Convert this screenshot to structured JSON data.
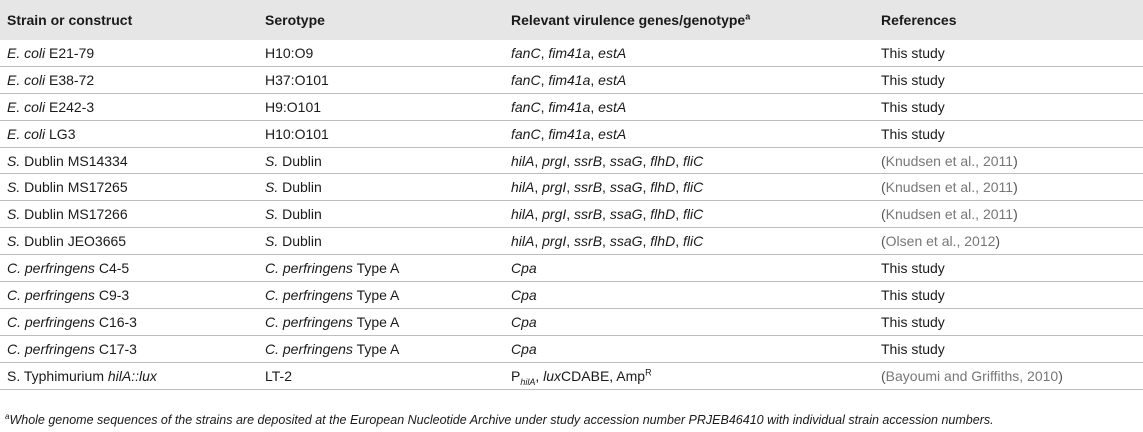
{
  "headers": {
    "strain": "Strain or construct",
    "serotype": "Serotype",
    "genes": "Relevant virulence genes/genotype",
    "genes_sup": "a",
    "references": "References"
  },
  "rows": [
    {
      "strain_italic": "E. coli",
      "strain_rest": " E21-79",
      "serotype_italic": "",
      "serotype_rest": "H10:O9",
      "genes": [
        {
          "t": "fanC",
          "i": true
        },
        {
          "t": ", ",
          "i": false
        },
        {
          "t": "fim41a",
          "i": true
        },
        {
          "t": ", ",
          "i": false
        },
        {
          "t": "estA",
          "i": true
        }
      ],
      "ref": "This study",
      "ref_cited": false
    },
    {
      "strain_italic": "E. coli",
      "strain_rest": " E38-72",
      "serotype_italic": "",
      "serotype_rest": "H37:O101",
      "genes": [
        {
          "t": "fanC",
          "i": true
        },
        {
          "t": ", ",
          "i": false
        },
        {
          "t": "fim41a",
          "i": true
        },
        {
          "t": ", ",
          "i": false
        },
        {
          "t": "estA",
          "i": true
        }
      ],
      "ref": "This study",
      "ref_cited": false
    },
    {
      "strain_italic": "E. coli",
      "strain_rest": " E242-3",
      "serotype_italic": "",
      "serotype_rest": "H9:O101",
      "genes": [
        {
          "t": "fanC",
          "i": true
        },
        {
          "t": ", ",
          "i": false
        },
        {
          "t": "fim41a",
          "i": true
        },
        {
          "t": ", ",
          "i": false
        },
        {
          "t": "estA",
          "i": true
        }
      ],
      "ref": "This study",
      "ref_cited": false
    },
    {
      "strain_italic": "E. coli",
      "strain_rest": " LG3",
      "serotype_italic": "",
      "serotype_rest": "H10:O101",
      "genes": [
        {
          "t": "fanC",
          "i": true
        },
        {
          "t": ", ",
          "i": false
        },
        {
          "t": "fim41a",
          "i": true
        },
        {
          "t": ", ",
          "i": false
        },
        {
          "t": "estA",
          "i": true
        }
      ],
      "ref": "This study",
      "ref_cited": false
    },
    {
      "strain_italic": "S.",
      "strain_rest": " Dublin MS14334",
      "serotype_italic": "S.",
      "serotype_rest": " Dublin",
      "genes": [
        {
          "t": "hilA",
          "i": true
        },
        {
          "t": ", ",
          "i": false
        },
        {
          "t": "prgI",
          "i": true
        },
        {
          "t": ", ",
          "i": false
        },
        {
          "t": "ssrB",
          "i": true
        },
        {
          "t": ", ",
          "i": false
        },
        {
          "t": "ssaG",
          "i": true
        },
        {
          "t": ", ",
          "i": false
        },
        {
          "t": "flhD",
          "i": true
        },
        {
          "t": ", ",
          "i": false
        },
        {
          "t": "fliC",
          "i": true
        }
      ],
      "ref": "Knudsen et al., 2011",
      "ref_cited": true
    },
    {
      "strain_italic": "S.",
      "strain_rest": " Dublin MS17265",
      "serotype_italic": "S.",
      "serotype_rest": " Dublin",
      "genes": [
        {
          "t": "hilA",
          "i": true
        },
        {
          "t": ", ",
          "i": false
        },
        {
          "t": "prgI",
          "i": true
        },
        {
          "t": ", ",
          "i": false
        },
        {
          "t": "ssrB",
          "i": true
        },
        {
          "t": ", ",
          "i": false
        },
        {
          "t": "ssaG",
          "i": true
        },
        {
          "t": ", ",
          "i": false
        },
        {
          "t": "flhD",
          "i": true
        },
        {
          "t": ", ",
          "i": false
        },
        {
          "t": "fliC",
          "i": true
        }
      ],
      "ref": "Knudsen et al., 2011",
      "ref_cited": true
    },
    {
      "strain_italic": "S.",
      "strain_rest": " Dublin MS17266",
      "serotype_italic": "S.",
      "serotype_rest": " Dublin",
      "genes": [
        {
          "t": "hilA",
          "i": true
        },
        {
          "t": ", ",
          "i": false
        },
        {
          "t": "prgI",
          "i": true
        },
        {
          "t": ", ",
          "i": false
        },
        {
          "t": "ssrB",
          "i": true
        },
        {
          "t": ", ",
          "i": false
        },
        {
          "t": "ssaG",
          "i": true
        },
        {
          "t": ", ",
          "i": false
        },
        {
          "t": "flhD",
          "i": true
        },
        {
          "t": ", ",
          "i": false
        },
        {
          "t": "fliC",
          "i": true
        }
      ],
      "ref": "Knudsen et al., 2011",
      "ref_cited": true
    },
    {
      "strain_italic": "S.",
      "strain_rest": " Dublin JEO3665",
      "serotype_italic": "S.",
      "serotype_rest": " Dublin",
      "genes": [
        {
          "t": "hilA",
          "i": true
        },
        {
          "t": ", ",
          "i": false
        },
        {
          "t": "prgI",
          "i": true
        },
        {
          "t": ", ",
          "i": false
        },
        {
          "t": "ssrB",
          "i": true
        },
        {
          "t": ", ",
          "i": false
        },
        {
          "t": "ssaG",
          "i": true
        },
        {
          "t": ", ",
          "i": false
        },
        {
          "t": "flhD",
          "i": true
        },
        {
          "t": ", ",
          "i": false
        },
        {
          "t": "fliC",
          "i": true
        }
      ],
      "ref": "Olsen et al., 2012",
      "ref_cited": true
    },
    {
      "strain_italic": "C. perfringens",
      "strain_rest": " C4-5",
      "serotype_italic": "C. perfringens",
      "serotype_rest": " Type A",
      "genes": [
        {
          "t": "Cpa",
          "i": true
        }
      ],
      "ref": "This study",
      "ref_cited": false
    },
    {
      "strain_italic": "C. perfringens",
      "strain_rest": " C9-3",
      "serotype_italic": "C. perfringens",
      "serotype_rest": " Type A",
      "genes": [
        {
          "t": "Cpa",
          "i": true
        }
      ],
      "ref": "This study",
      "ref_cited": false
    },
    {
      "strain_italic": "C. perfringens",
      "strain_rest": " C16-3",
      "serotype_italic": "C. perfringens",
      "serotype_rest": " Type A",
      "genes": [
        {
          "t": "Cpa",
          "i": true
        }
      ],
      "ref": "This study",
      "ref_cited": false
    },
    {
      "strain_italic": "C. perfringens",
      "strain_rest": " C17-3",
      "serotype_italic": "C. perfringens",
      "serotype_rest": " Type A",
      "genes": [
        {
          "t": "Cpa",
          "i": true
        }
      ],
      "ref": "This study",
      "ref_cited": false
    },
    {
      "strain_italic": "",
      "strain_rest": "S. Typhimurium ",
      "strain_suffix_italic": "hilA::lux",
      "serotype_italic": "",
      "serotype_rest": "LT-2",
      "genes": [
        {
          "t": "P",
          "i": false
        },
        {
          "t": "hilA",
          "i": true,
          "sub": true
        },
        {
          "t": ", ",
          "i": false
        },
        {
          "t": "lux",
          "i": true
        },
        {
          "t": "CDABE, Amp",
          "i": false
        },
        {
          "t": "R",
          "i": false,
          "sup": true
        }
      ],
      "ref": "Bayoumi and Griffiths, 2010",
      "ref_cited": true
    }
  ],
  "footnote": {
    "marker": "a",
    "text": "Whole genome sequences of the strains are deposited at the European Nucleotide Archive under study accession number PRJEB46410 with individual strain accession numbers."
  }
}
